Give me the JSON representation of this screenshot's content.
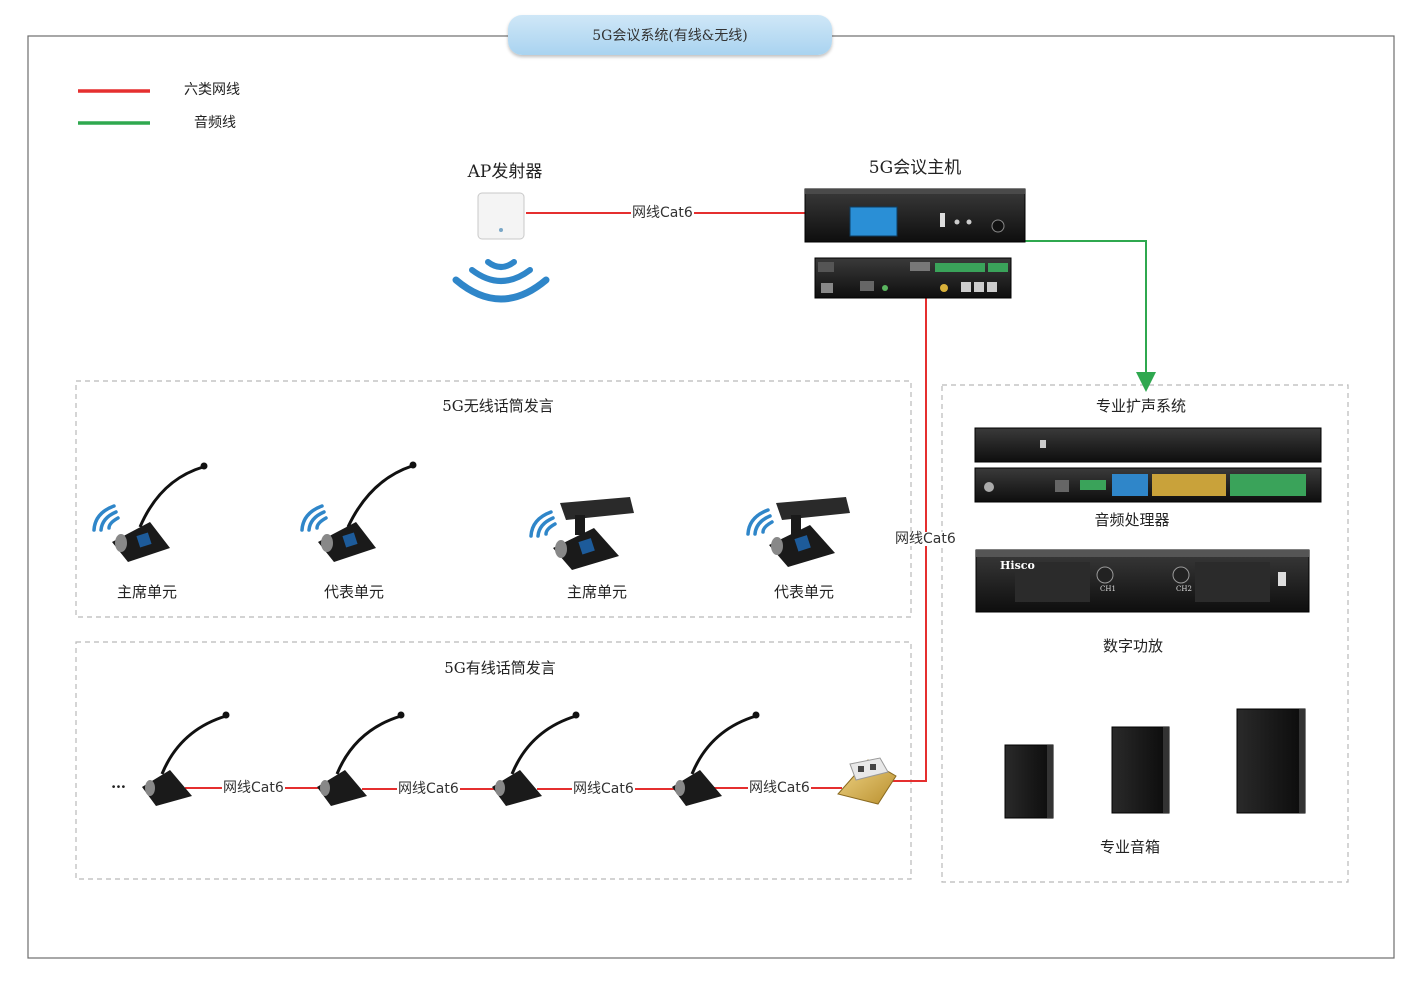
{
  "title": "5G会议系统(有线&无线)",
  "legend": [
    {
      "label": "六类网线",
      "color": "#e52f2f"
    },
    {
      "label": "音频线",
      "color": "#2fa84f"
    }
  ],
  "devices": {
    "ap": "AP发射器",
    "host": "5G会议主机",
    "pa_system": "专业扩声系统",
    "processor": "音频处理器",
    "amplifier": "数字功放",
    "amp_brand": "Hisco",
    "amp_ch1": "CH1",
    "amp_ch2": "CH2",
    "speakers": "专业音箱"
  },
  "wireless_group": {
    "title": "5G无线话筒发言",
    "units": [
      "主席单元",
      "代表单元",
      "主席单元",
      "代表单元"
    ]
  },
  "wired_group": {
    "title": "5G有线话筒发言",
    "ellipsis": "…"
  },
  "cable_label": "网线Cat6",
  "colors": {
    "network": "#e52f2f",
    "audio": "#2fa84f",
    "group_border": "#b9b9b9",
    "device_dark": "#1d1d1d",
    "wifi_blue": "#2f86c9"
  }
}
